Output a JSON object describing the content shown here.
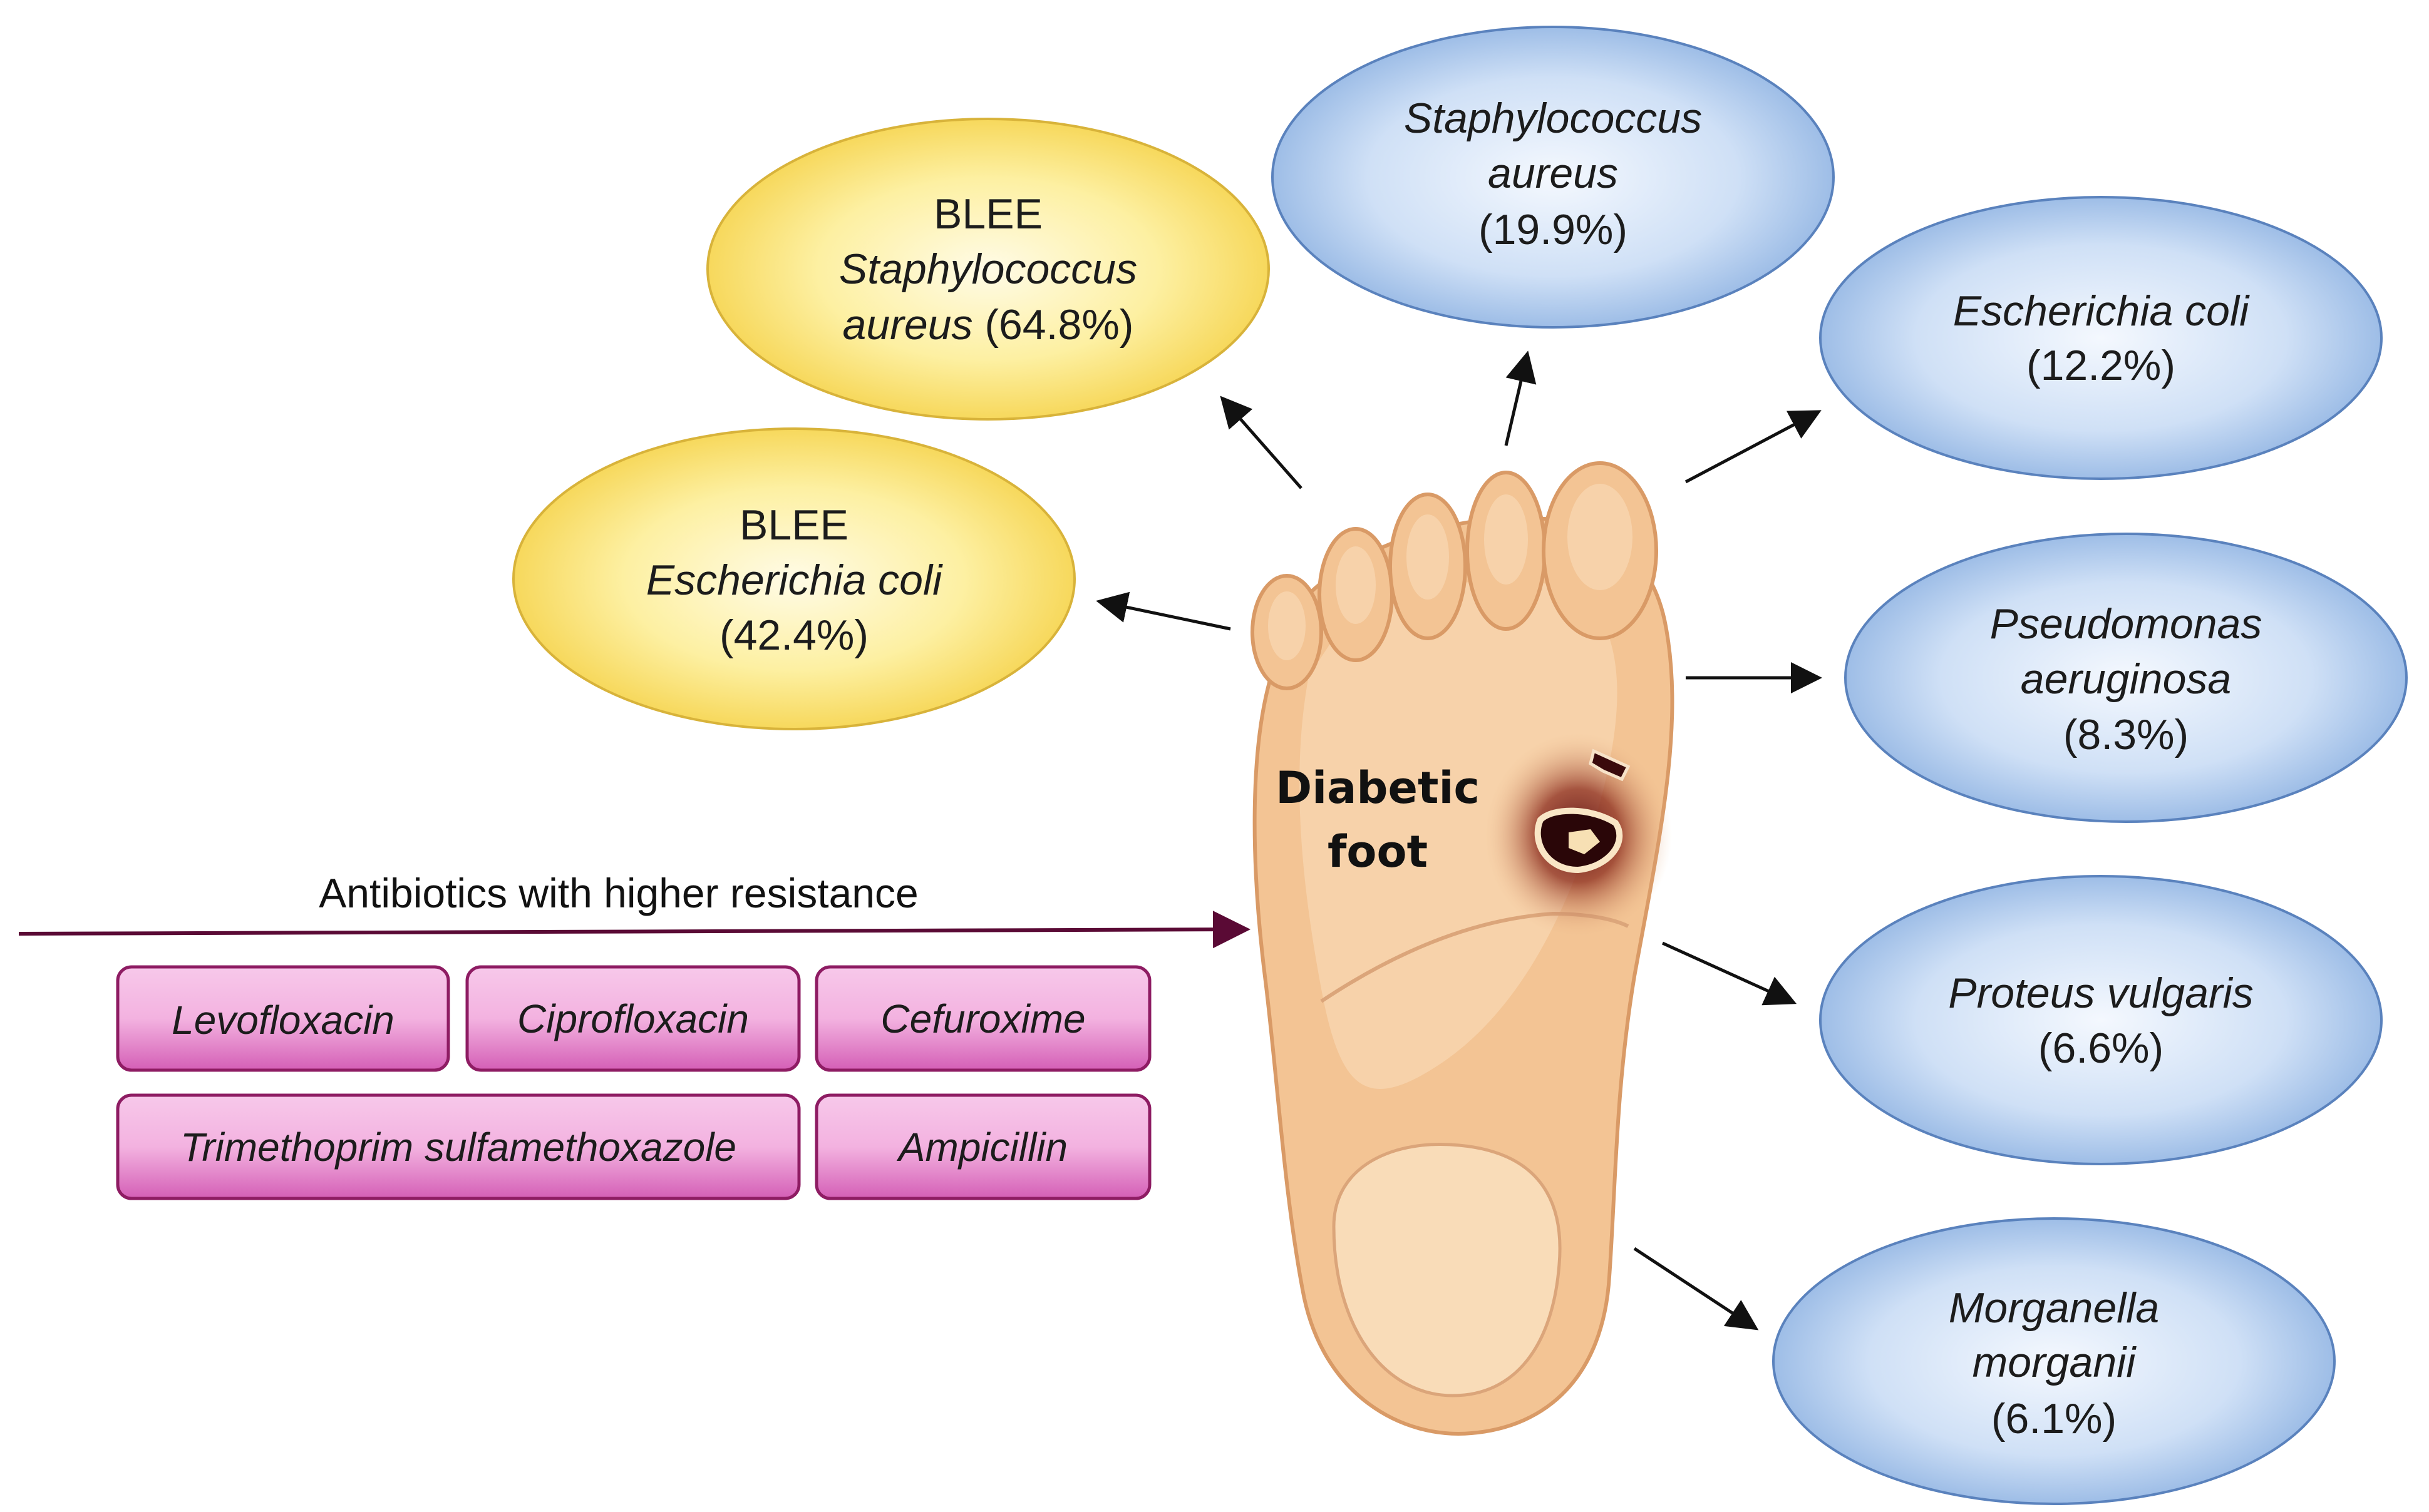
{
  "colors": {
    "blee_fill": "#fbe36b",
    "bacteria_fill": "#a9c6ec",
    "antibiotic_fill": "#e48acb",
    "antibiotic_border": "#8e1c63",
    "resistance_arrow": "#5a0a35",
    "skin": "#f3c494"
  },
  "center": {
    "line1": "Diabetic",
    "line2": "foot"
  },
  "blee": [
    {
      "line1": "BLEE",
      "line2": "Staphylococcus",
      "line3_italic": "aureus",
      "line3_plain": " (64.8%)"
    },
    {
      "line1": "BLEE",
      "line2": "Escherichia coli",
      "line3": "(42.4%)"
    }
  ],
  "bacteria": [
    {
      "line1": "Staphylococcus",
      "line2": "aureus",
      "pct": "(19.9%)"
    },
    {
      "line1": "Escherichia coli",
      "pct": "(12.2%)"
    },
    {
      "line1": "Pseudomonas",
      "line2": "aeruginosa",
      "pct": "(8.3%)"
    },
    {
      "line1": "Proteus vulgaris",
      "pct": "(6.6%)"
    },
    {
      "line1": "Morganella",
      "line2": "morganii",
      "pct": "(6.1%)"
    }
  ],
  "resistance": {
    "heading": "Antibiotics with higher resistance",
    "antibiotics": [
      "Levofloxacin",
      "Ciprofloxacin",
      "Cefuroxime",
      "Trimethoprim sulfamethoxazole",
      "Ampicillin"
    ]
  }
}
